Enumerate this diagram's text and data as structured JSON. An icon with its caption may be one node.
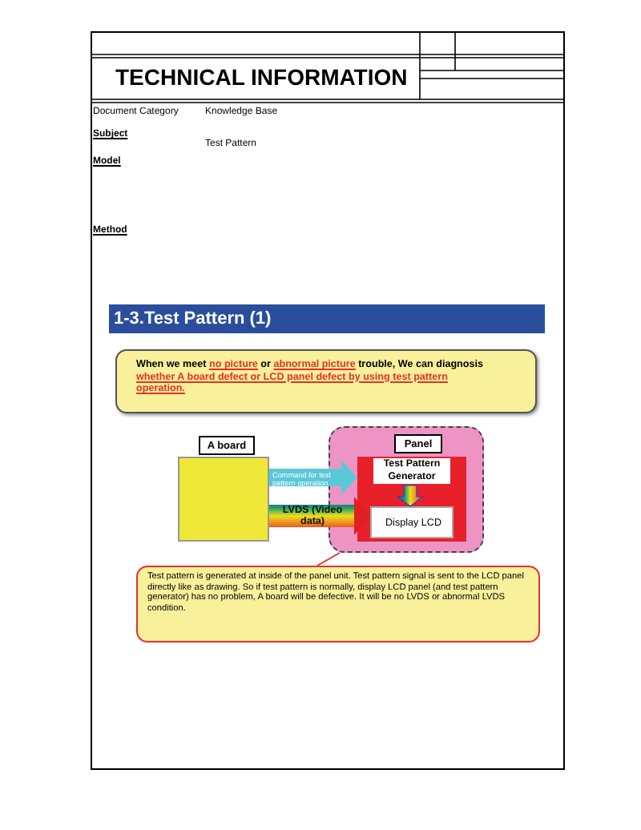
{
  "diagram": {
    "title": "TECHNICAL INFORMATION",
    "nodes": [
      {
        "text": [
          "A board"
        ]
      },
      {
        "text": [
          "Panel"
        ]
      },
      {
        "text": [
          "Test Pattern Generator"
        ],
        "in": 1
      },
      {
        "text": [
          "Display LCD"
        ],
        "in": 2
      },
      {
        "text": [
          "Test pattern is generated at inside of the panel unit. Test pattern signal is sent to the LCD panel directly like as drawing. So if test pattern is normally, display LCD panel (and test pattern generator) has no problem, A board will be defective. It will be no LVDS or abnormal LVDS condition."
        ]
      },
      {
        "text": [
          "When we meet *no picture* or *abnormal picture* trouble, We can diagnosis *whether A board defect or LCD panel defect by using test pattern operation.*"
        ]
      }
    ],
    "edges": [
      {
        "from": 0,
        "to": 2,
        "arrow": "to",
        "label": "Command for test pattern operation",
        "style": "thick",
        "color": "#5bc8d8"
      },
      {
        "from": 0,
        "to": 3,
        "arrow": "to",
        "label": "LVDS (Video data)",
        "style": "thick"
      },
      {
        "from": 2,
        "to": 3,
        "arrow": "to"
      },
      {
        "from": 4,
        "to": 1,
        "arrow": "none",
        "color": "#e8302a"
      }
    ],
    "labels": [
      "Document Category",
      "Knowledge Base",
      "Subject",
      "Test Pattern",
      "Model",
      "Method",
      "1-3.Test Pattern (1)"
    ]
  }
}
